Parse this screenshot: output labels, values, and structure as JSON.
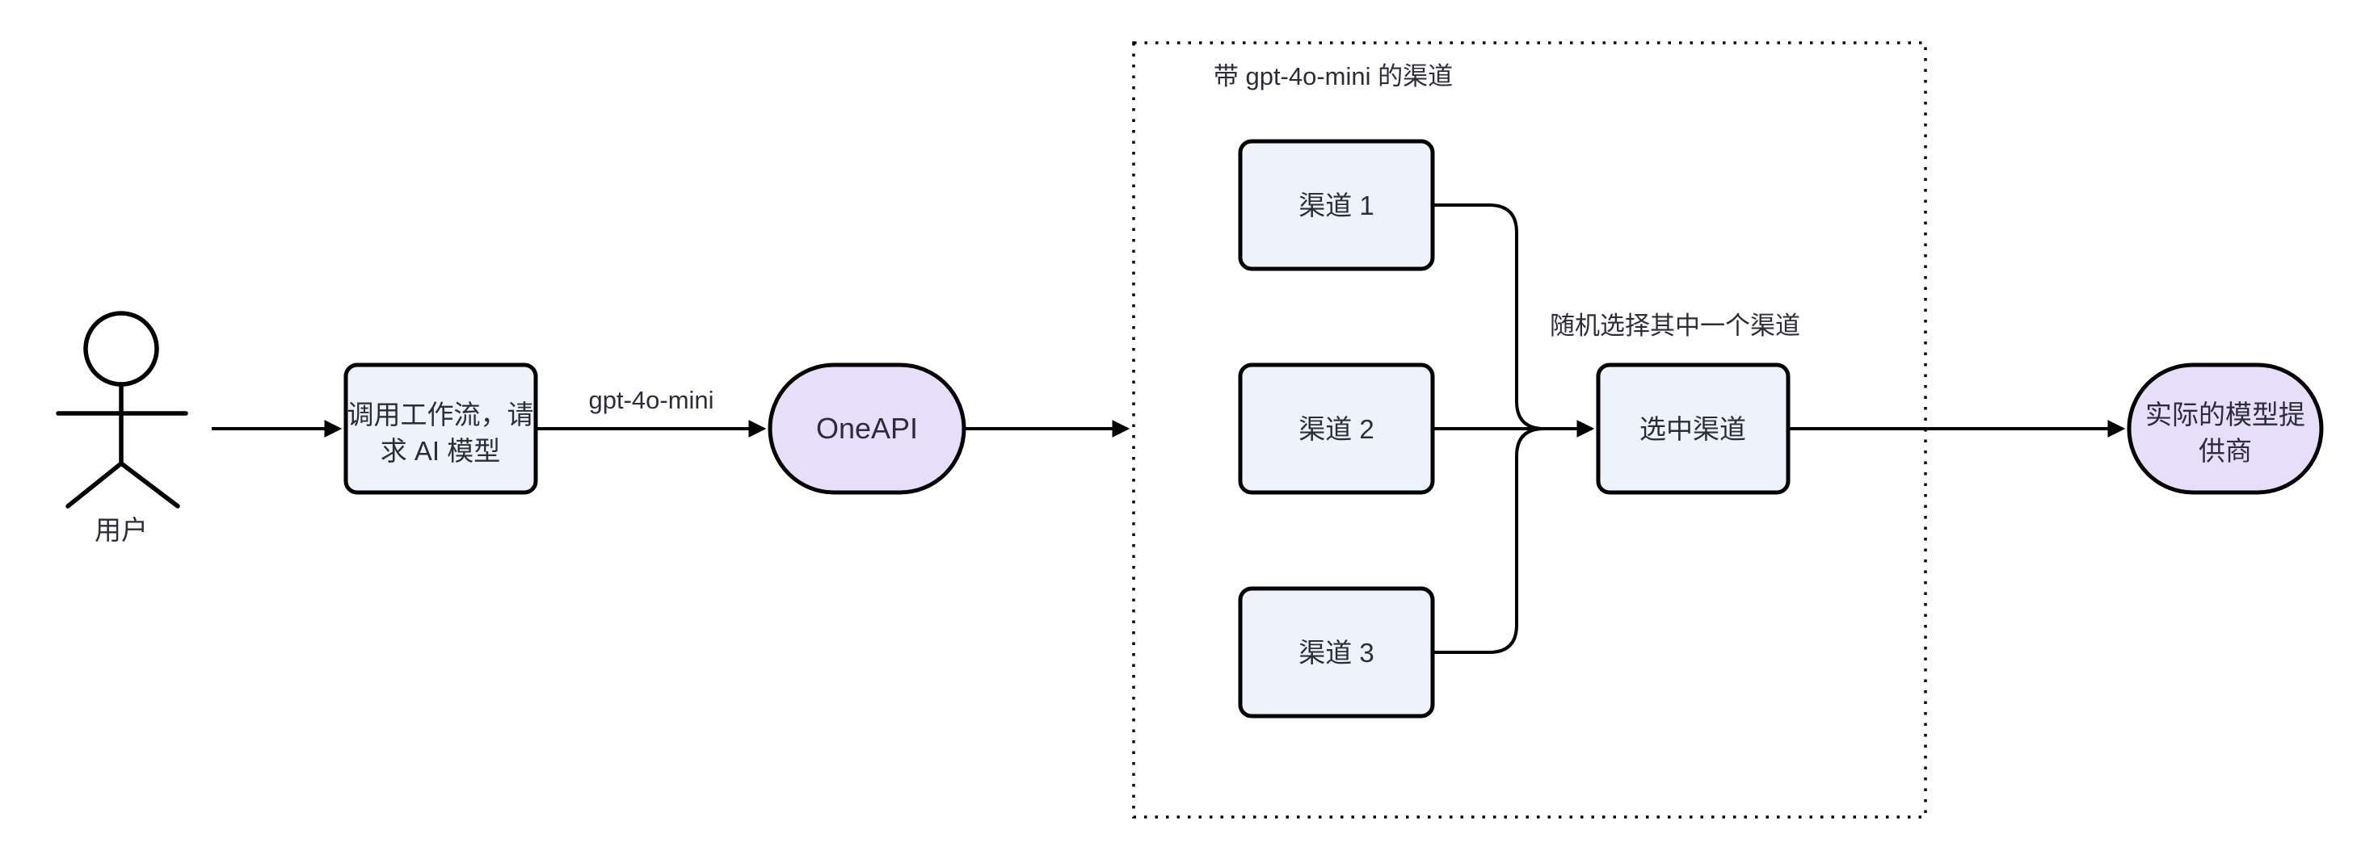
{
  "colors": {
    "rect_fill": "#edf2fb",
    "stadium_fill": "#e7defa",
    "stroke": "#000000",
    "text_color": "#2d2d39",
    "bg": "#ffffff"
  },
  "diagram": {
    "actor": {
      "label": "用户"
    },
    "workflow": {
      "line1": "调用工作流，请",
      "line2": "求 AI 模型"
    },
    "edge_model_label": "gpt-4o-mini",
    "oneapi": {
      "label": "OneAPI"
    },
    "channel_group": {
      "title": "带 gpt-4o-mini 的渠道"
    },
    "channels": [
      {
        "label": "渠道 1"
      },
      {
        "label": "渠道 2"
      },
      {
        "label": "渠道 3"
      }
    ],
    "selection": {
      "annotation": "随机选择其中一个渠道",
      "label": "选中渠道"
    },
    "provider": {
      "line1": "实际的模型提",
      "line2": "供商"
    }
  }
}
